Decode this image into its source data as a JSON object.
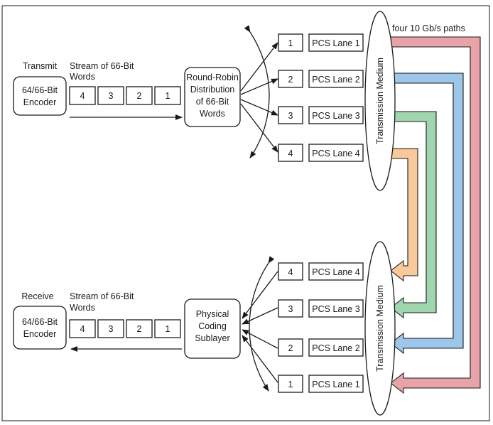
{
  "colors": {
    "lane1": "#e8a3a8",
    "lane2": "#9cc6ea",
    "lane3": "#9fd6b0",
    "lane4": "#f8c99a"
  },
  "transmit": {
    "label": "Transmit",
    "encoder_line1": "64/66-Bit",
    "encoder_line2": "Encoder",
    "stream_line1": "Stream of 66-Bit",
    "stream_line2": "Words",
    "words": [
      "4",
      "3",
      "2",
      "1"
    ],
    "rr_line1": "Round-Robin",
    "rr_line2": "Distribution",
    "rr_line3": "of 66-Bit",
    "rr_line4": "Words",
    "lanes": [
      {
        "num": "1",
        "label": "PCS Lane 1"
      },
      {
        "num": "2",
        "label": "PCS Lane 2"
      },
      {
        "num": "3",
        "label": "PCS Lane 3"
      },
      {
        "num": "4",
        "label": "PCS Lane 4"
      }
    ],
    "medium": "Transmission Medium"
  },
  "paths_label": "four 10 Gb/s paths",
  "receive": {
    "label": "Receive",
    "encoder_line1": "64/66-Bit",
    "encoder_line2": "Encoder",
    "stream_line1": "Stream of 66-Bit",
    "stream_line2": "Words",
    "words": [
      "4",
      "3",
      "2",
      "1"
    ],
    "pcs_line1": "Physical",
    "pcs_line2": "Coding",
    "pcs_line3": "Sublayer",
    "lanes": [
      {
        "num": "4",
        "label": "PCS Lane 4"
      },
      {
        "num": "3",
        "label": "PCS Lane 3"
      },
      {
        "num": "2",
        "label": "PCS Lane 2"
      },
      {
        "num": "1",
        "label": "PCS Lane 1"
      }
    ],
    "medium": "Transmission Medium"
  }
}
